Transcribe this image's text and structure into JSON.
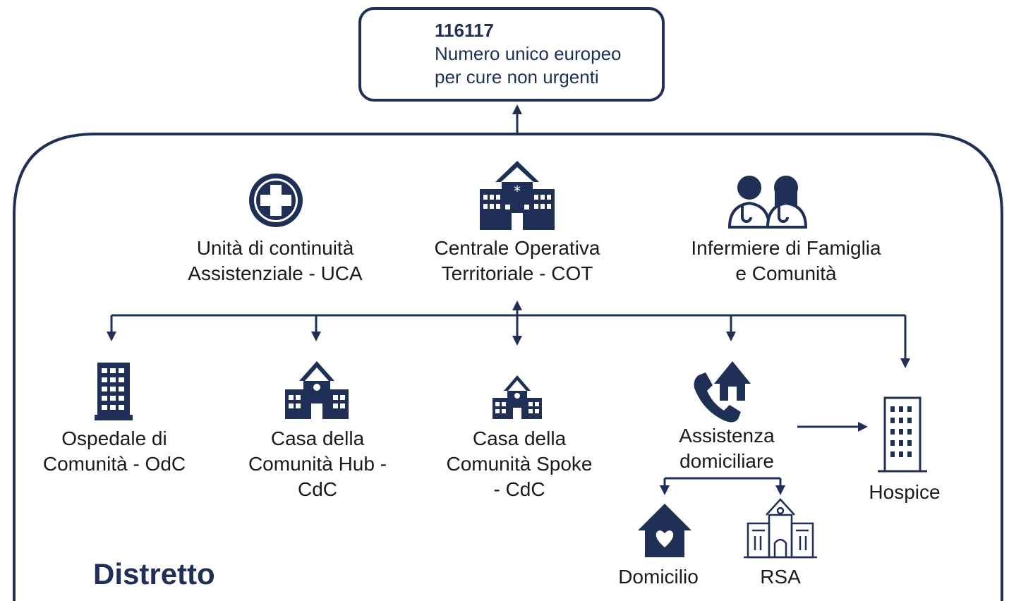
{
  "hotline": {
    "number": "116117",
    "desc_line1": "Numero unico europeo",
    "desc_line2": "per cure non urgenti"
  },
  "district": {
    "title": "Distretto"
  },
  "top_row": {
    "uca": {
      "line1": "Unità di continuità",
      "line2": "Assistenziale - UCA",
      "icon": "medical-cross-icon"
    },
    "cot": {
      "line1": "Centrale Operativa",
      "line2": "Territoriale - COT",
      "icon": "hospital-building-icon"
    },
    "ifec": {
      "line1": "Infermiere di Famiglia",
      "line2": "e Comunità",
      "icon": "nurses-icon"
    }
  },
  "services": {
    "odc": {
      "line1": "Ospedale di",
      "line2": "Comunità - OdC",
      "icon": "tall-building-icon"
    },
    "cdc_hub": {
      "line1": "Casa della",
      "line2": "Comunità Hub -",
      "line3": "CdC",
      "icon": "community-house-icon"
    },
    "cdc_spoke": {
      "line1": "Casa della",
      "line2": "Comunità Spoke",
      "line3": "- CdC",
      "icon": "small-community-house-icon"
    },
    "adi": {
      "line1": "Assistenza",
      "line2": "domiciliare",
      "icon": "phone-home-icon"
    },
    "hospice": {
      "line1": "Hospice",
      "icon": "hospice-building-icon"
    }
  },
  "home_care": {
    "domicilio": {
      "label": "Domicilio",
      "icon": "heart-house-icon"
    },
    "rsa": {
      "label": "RSA",
      "icon": "rsa-building-icon"
    }
  },
  "colors": {
    "primary": "#1f2f55",
    "text": "#1a1a1a",
    "background": "#ffffff"
  }
}
